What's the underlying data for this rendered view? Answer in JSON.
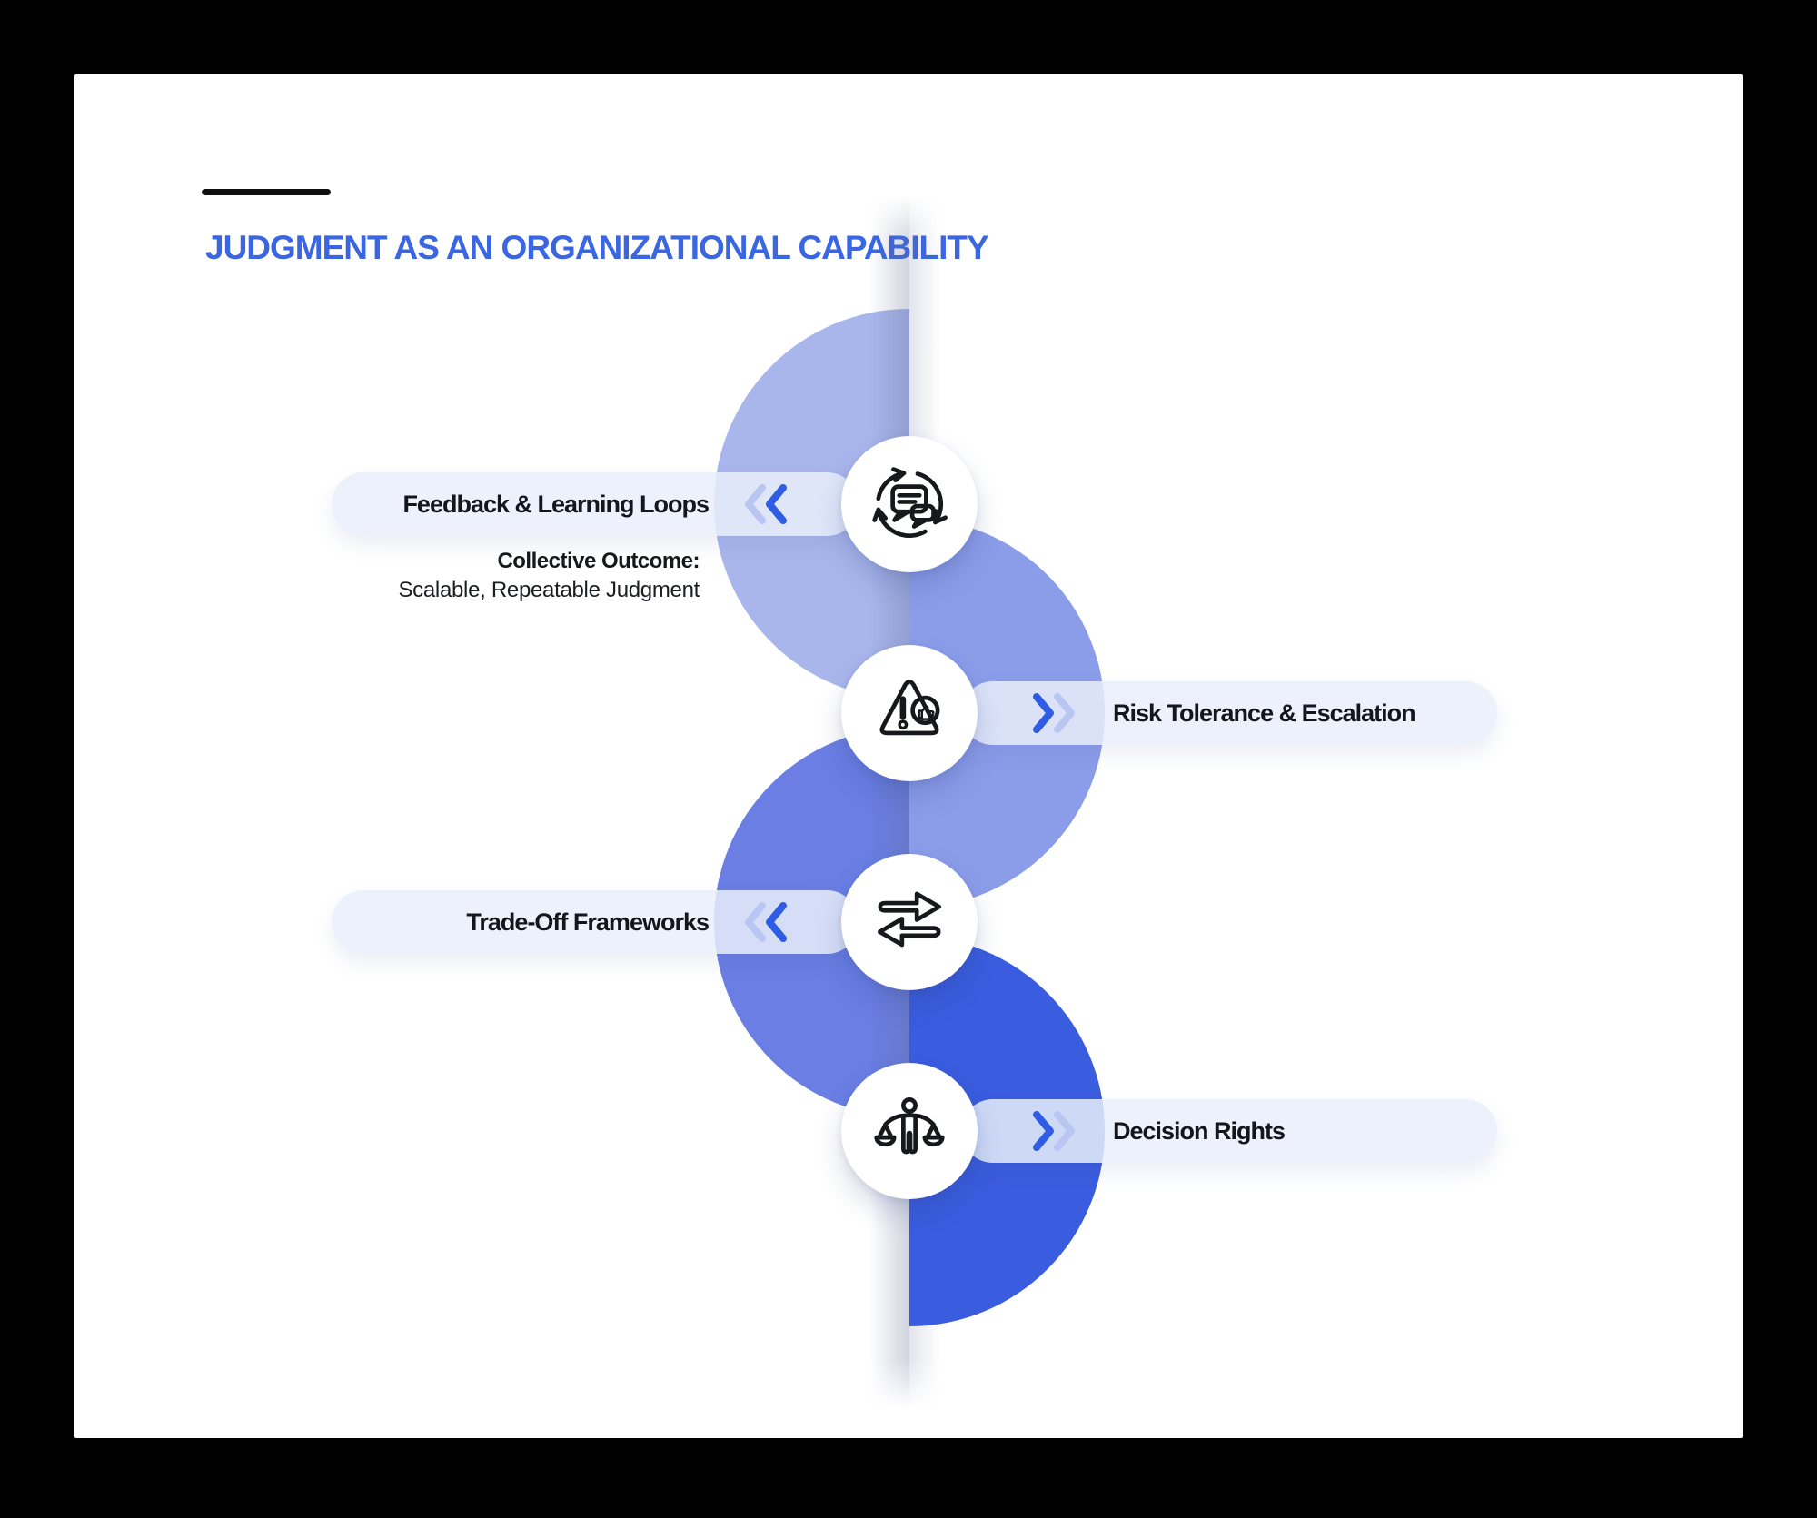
{
  "window": {
    "background": "#000000",
    "surface_color": "#ffffff"
  },
  "header": {
    "accent_line_color": "#101010",
    "title": "JUDGMENT AS AN ORGANIZATIONAL CAPABILITY",
    "title_color": "#3a66e2"
  },
  "diagram": {
    "pill_background": "rgba(233,238,250,0.85)",
    "label_color": "#15161c",
    "icon_stroke": "#17181c",
    "chevron_dark": "#2e5ce2",
    "chevron_light": "#b9c6f2",
    "nodes": [
      {
        "label": "Feedback & Learning Loops",
        "side": "left",
        "icon": "feedback-loop-icon",
        "blob_color": "#a9b6ec",
        "note": {
          "title": "Collective Outcome:",
          "body": "Scalable, Repeatable Judgment"
        }
      },
      {
        "label": "Risk Tolerance & Escalation",
        "side": "right",
        "icon": "risk-warning-icon",
        "blob_color": "#8b9ce9"
      },
      {
        "label": "Trade-Off Frameworks",
        "side": "left",
        "icon": "swap-arrows-icon",
        "blob_color": "#6a7ee4"
      },
      {
        "label": "Decision Rights",
        "side": "right",
        "icon": "balance-scales-icon",
        "blob_color": "#3a5cde"
      }
    ]
  }
}
